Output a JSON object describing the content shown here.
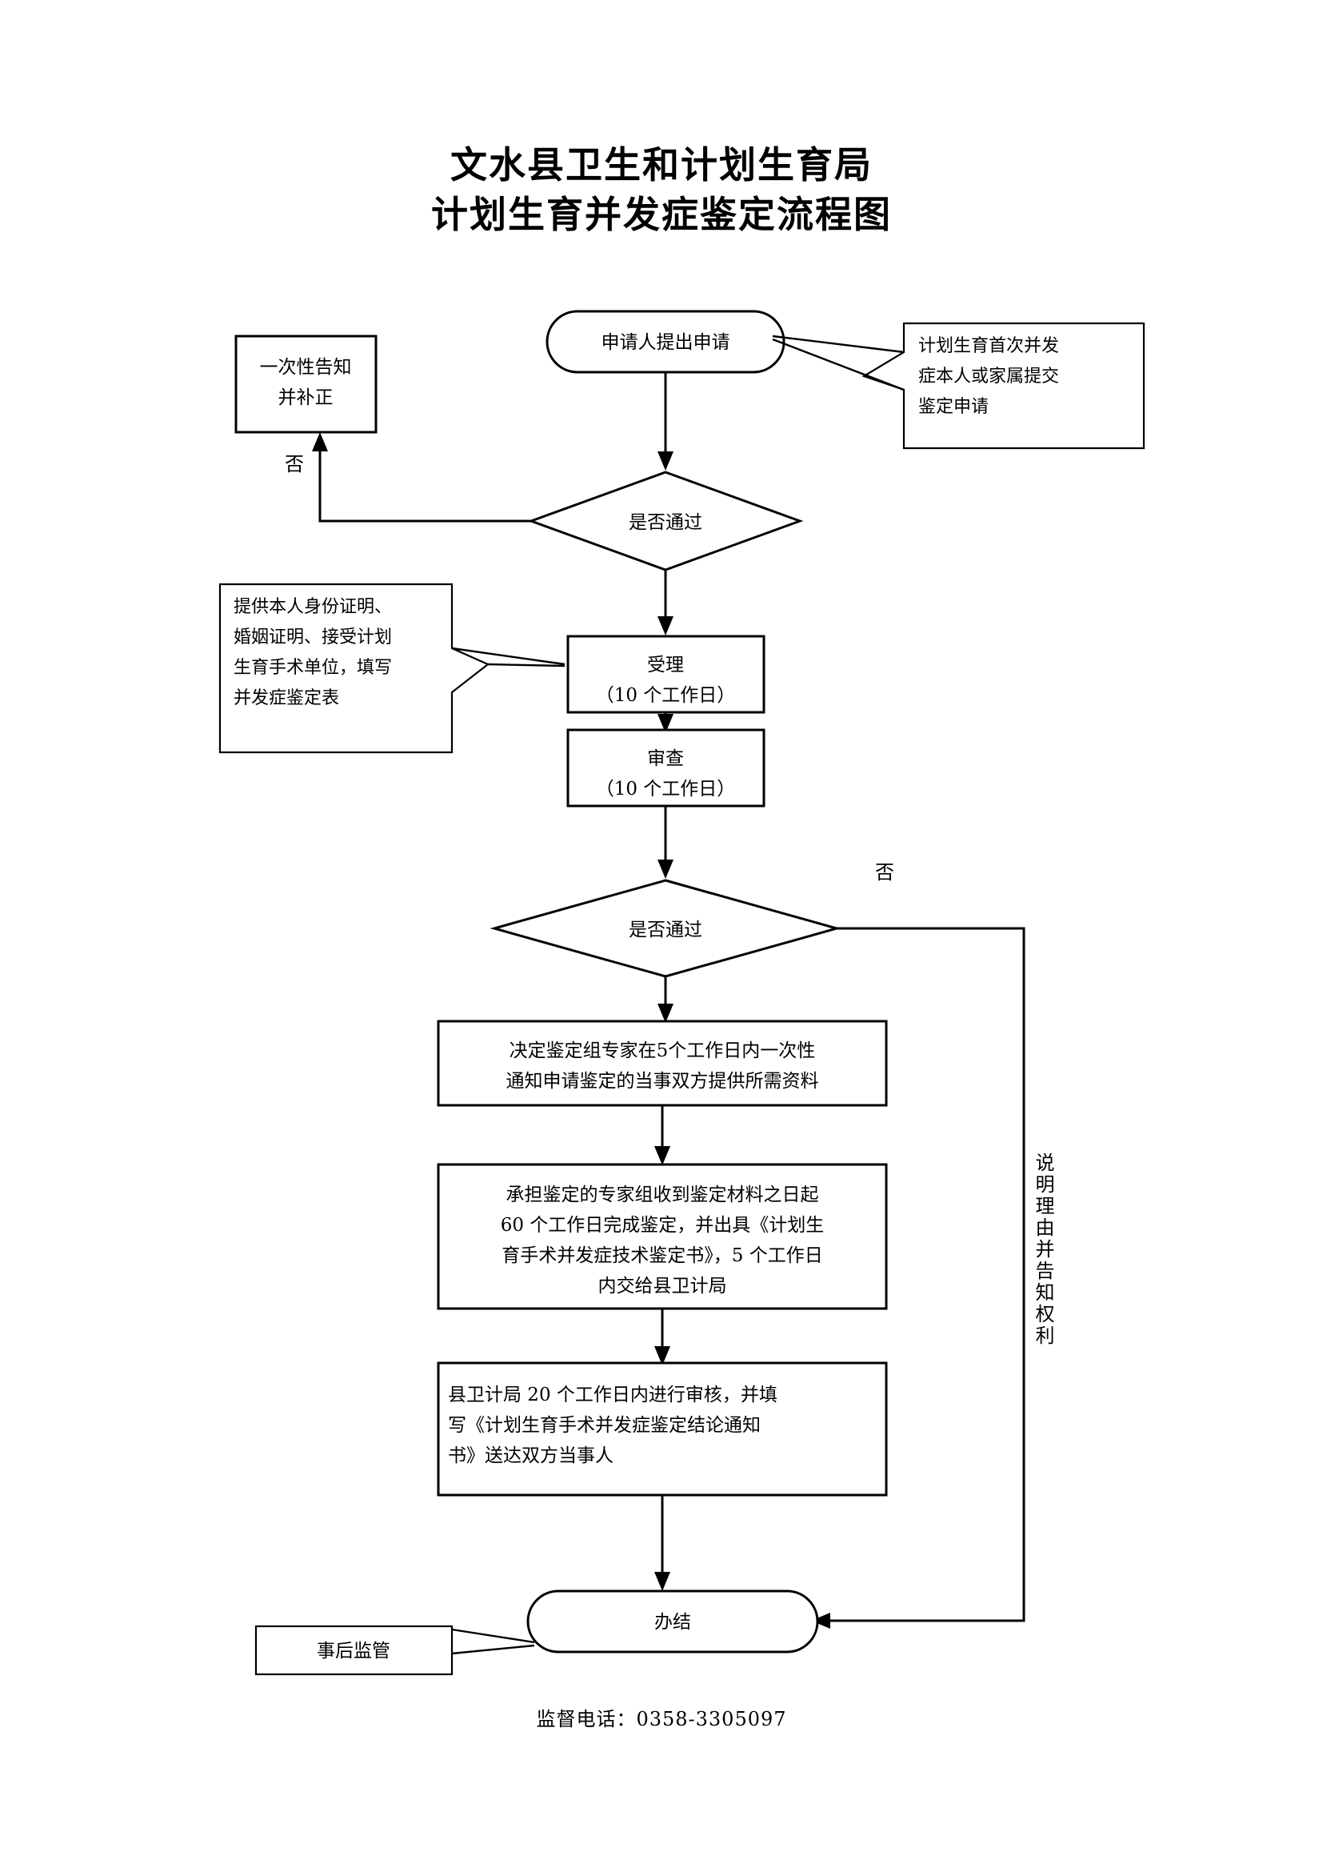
{
  "document": {
    "title_line1": "文水县卫生和计划生育局",
    "title_line2": "计划生育并发症鉴定流程图",
    "footer": "监督电话：0358-3305097"
  },
  "flowchart": {
    "type": "process-flow",
    "orientation": "top-to-bottom",
    "nodes": {
      "start": {
        "shape": "stadium",
        "label": "申请人提出申请"
      },
      "note_right_top": {
        "shape": "note-box",
        "lines": [
          "计划生育首次并发",
          "症本人或家属提交",
          "鉴定申请"
        ]
      },
      "notify_correct": {
        "shape": "rectangle",
        "lines": [
          "一次性告知",
          "并补正"
        ]
      },
      "decision1": {
        "shape": "diamond",
        "label": "是否通过"
      },
      "accept": {
        "shape": "rectangle",
        "lines": [
          "受理",
          "（10 个工作日）"
        ]
      },
      "note_left_accept": {
        "shape": "note-box",
        "lines": [
          "提供本人身份证明、",
          "婚姻证明、接受计划",
          "生育手术单位，填写",
          "并发症鉴定表"
        ]
      },
      "review": {
        "shape": "rectangle",
        "lines": [
          "审查",
          "（10 个工作日）"
        ]
      },
      "decision2": {
        "shape": "diamond",
        "label": "是否通过"
      },
      "step_expert_notice": {
        "shape": "rectangle",
        "lines": [
          "决定鉴定组专家在5个工作日内一次性",
          "通知申请鉴定的当事双方提供所需资料"
        ]
      },
      "step_expert_appraise": {
        "shape": "rectangle",
        "lines": [
          "承担鉴定的专家组收到鉴定材料之日起",
          "60 个工作日完成鉴定，并出具《计划生",
          "育手术并发症技术鉴定书》，5 个工作日",
          "内交给县卫计局"
        ]
      },
      "step_bureau_review": {
        "shape": "rectangle",
        "lines": [
          "县卫计局 20 个工作日内进行审核，并填",
          "写《计划生育手术并发症鉴定结论通知",
          "书》送达双方当事人"
        ]
      },
      "end": {
        "shape": "stadium",
        "label": "办结"
      },
      "post_supervision": {
        "shape": "rectangle",
        "label": "事后监管"
      }
    },
    "edge_labels": {
      "no_branch_1": "否",
      "no_branch_2": "否",
      "reason_vertical": "说明理由并告知权利"
    }
  },
  "colors": {
    "stroke": "#000000",
    "fill": "#ffffff",
    "text": "#000000"
  }
}
